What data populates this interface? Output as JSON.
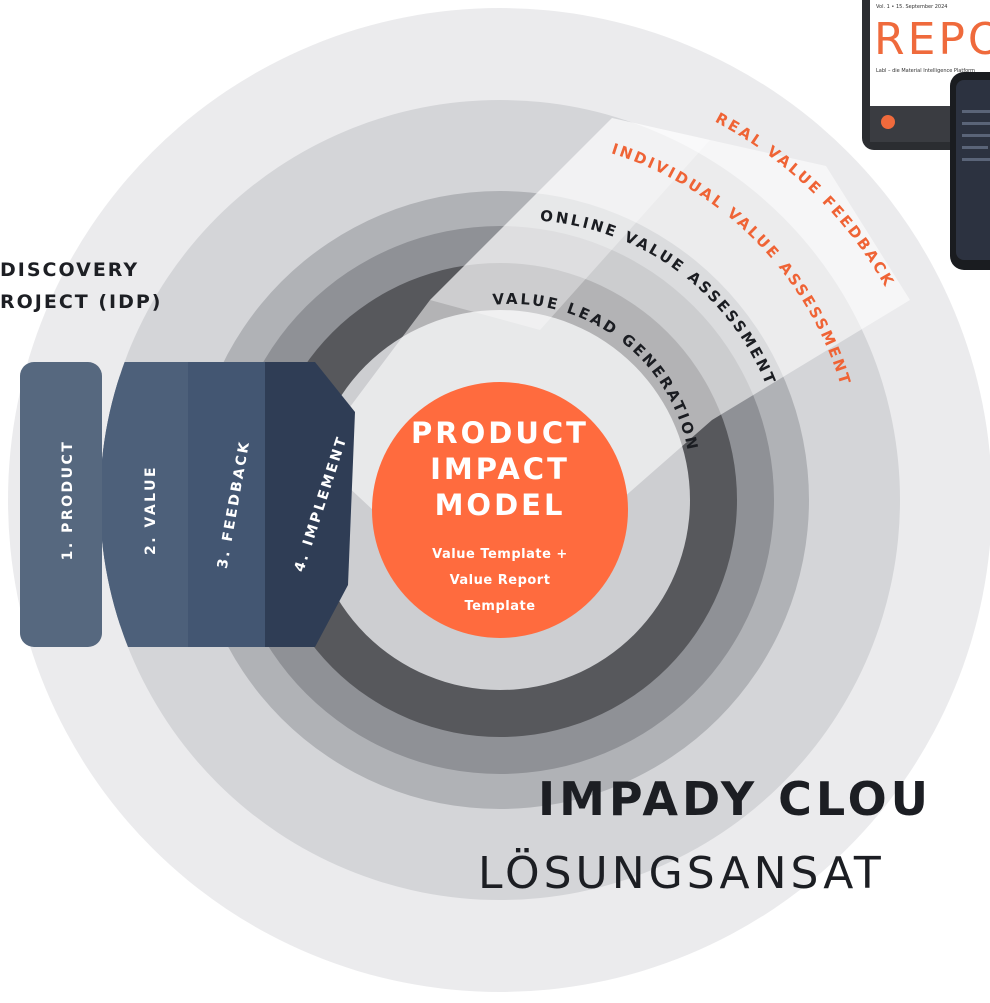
{
  "idp": {
    "title_line1": "DISCOVERY",
    "title_line2": "ROJECT (IDP)",
    "steps": [
      "1. PRODUCT",
      "2. VALUE",
      "3. FEEDBACK",
      "4. IMPLEMENT"
    ]
  },
  "center": {
    "title_lines": [
      "PRODUCT",
      "IMPACT",
      "MODEL"
    ],
    "sub_lines": [
      "Value Template +",
      "Value Report",
      "Template"
    ]
  },
  "arcs": {
    "value_lead_generation": "VALUE LEAD GENERATION",
    "online_value_assessment": "ONLINE VALUE ASSESSMENT",
    "individual_value_assessment": "INDIVIDUAL VALUE ASSESSMENT",
    "real_value_feedback": "REAL VALUE FEEDBACK"
  },
  "cloud": {
    "title": "IMPADY CLOU",
    "subtitle": "LÖSUNGSANSAT"
  },
  "report_preview": {
    "title": "REPO",
    "subtitle": "Labl – die Material Intelligence Platform",
    "meta": "Vol. 1 • 15. September 2024"
  },
  "colors": {
    "ring_outer": "#ebebed",
    "ring_2": "#d4d5d8",
    "ring_3": "#b0b2b6",
    "ring_4": "#8f9196",
    "ring_dark": "#57585c",
    "inner_ring": "#cdced1",
    "center": "#ff6b3e",
    "accent_text": "#ef6335",
    "idp_dark": "#2f3d55",
    "idp_base": "#4a5d78"
  }
}
